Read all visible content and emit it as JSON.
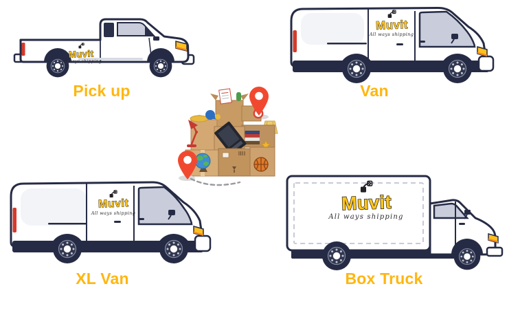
{
  "brand": {
    "name": "Muvit",
    "tagline": "All ways shipping"
  },
  "vehicles": [
    {
      "id": "pickup",
      "label": "Pick up"
    },
    {
      "id": "van",
      "label": "Van"
    },
    {
      "id": "xl-van",
      "label": "XL Van"
    },
    {
      "id": "box-truck",
      "label": "Box Truck"
    }
  ],
  "illustration": {
    "name": "moving-boxes-with-route",
    "pins": 2,
    "route_style": "dashed"
  },
  "colors": {
    "label_gold": "#FFB60F",
    "logo_yellow": "#FFC61E",
    "outline_navy": "#262B45",
    "glass_gray": "#C9CDDB",
    "pin_red": "#F1492F",
    "cardboard_tan": "#CDA26E",
    "headlight_yellow": "#FFC01E",
    "taillight_red": "#D43A2B",
    "background": "#FFFFFF"
  }
}
